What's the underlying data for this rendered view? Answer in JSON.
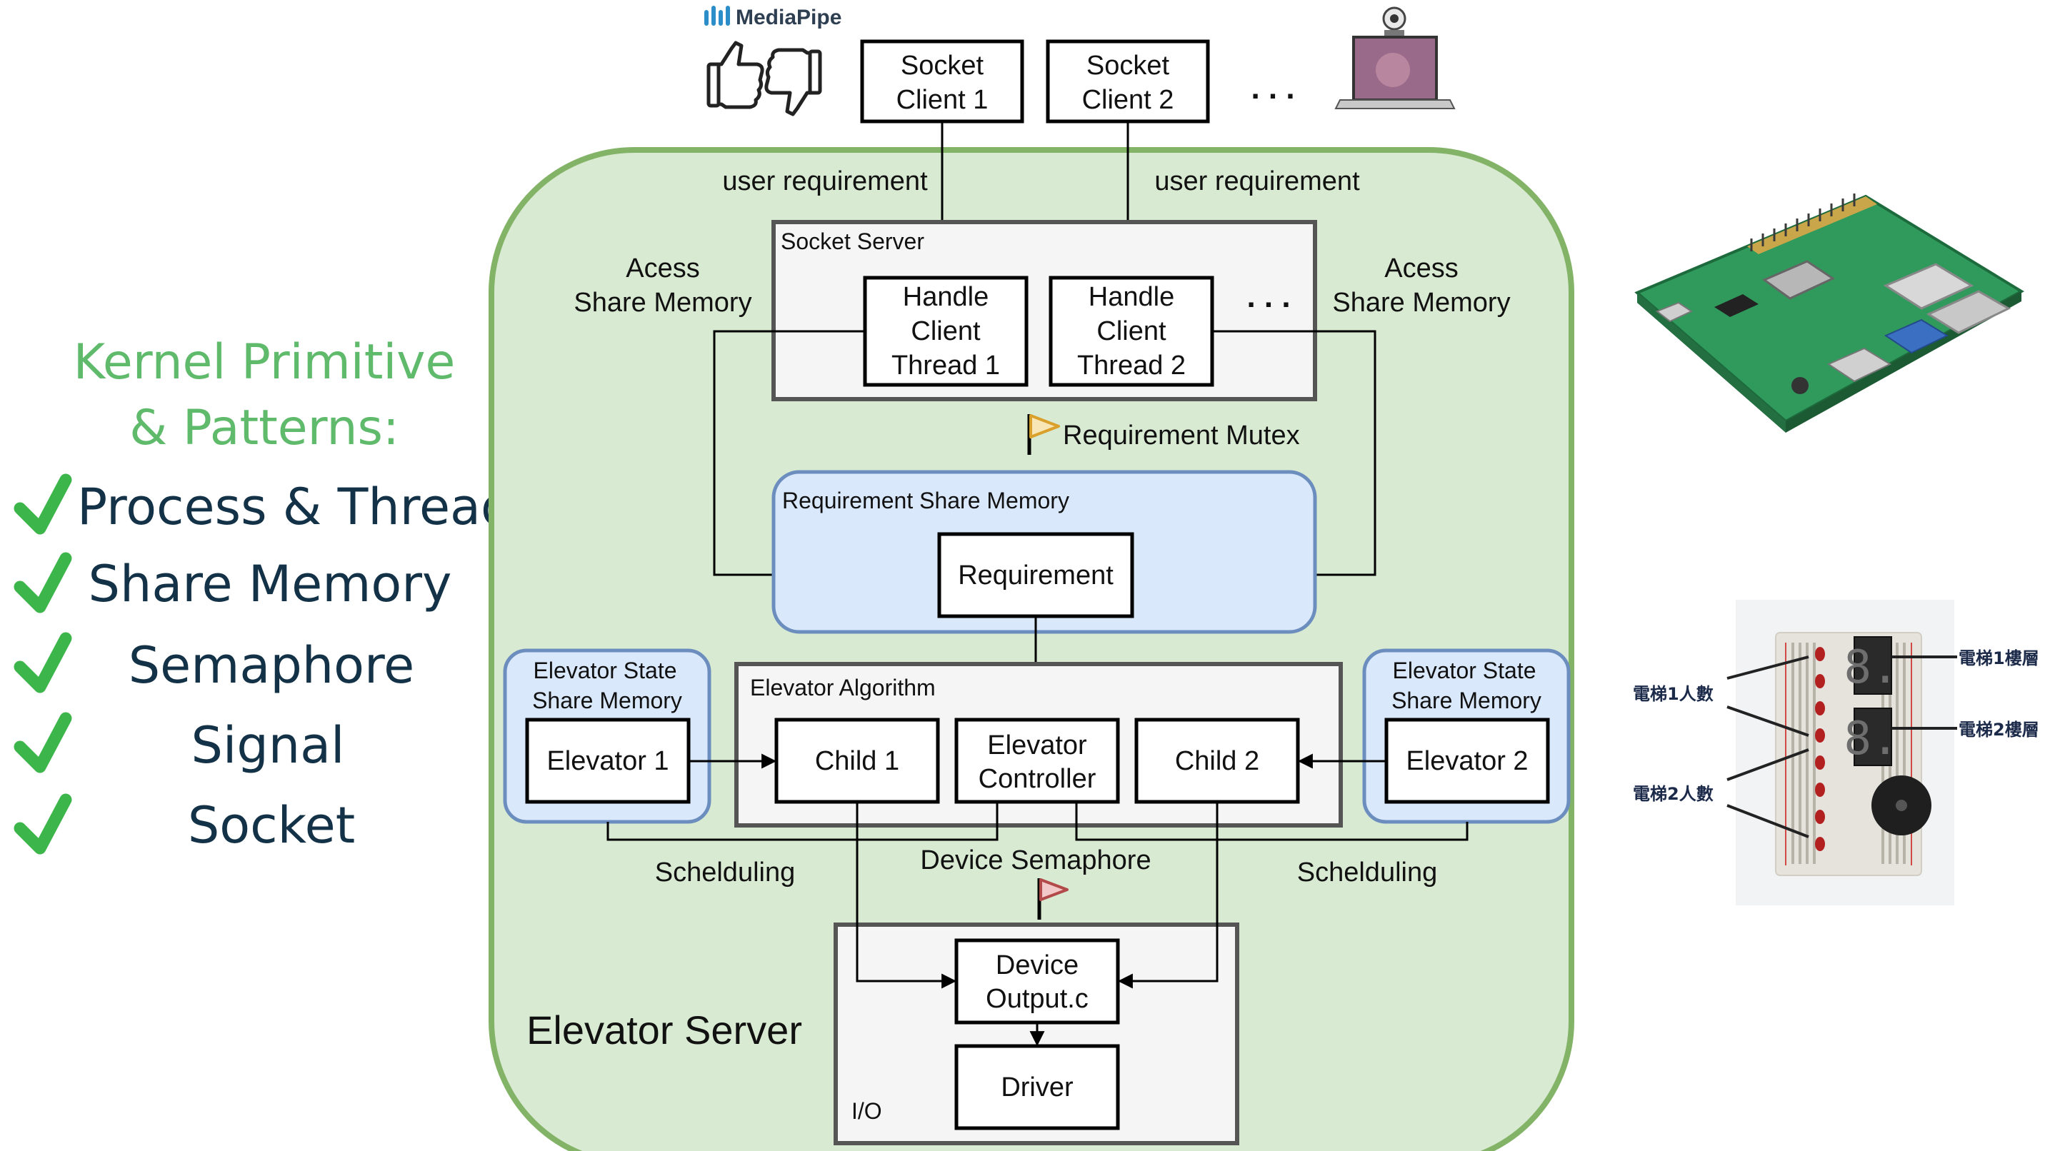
{
  "colors": {
    "server_fill": "#d9ead3",
    "server_stroke": "#82b366",
    "shared_fill": "#dae8fc",
    "shared_stroke": "#6c8ebf",
    "group_fill": "#f5f5f5",
    "group_stroke": "#555555",
    "kernel_title": "#5fba6b",
    "kernel_item": "#133247",
    "check": "#3cb54a",
    "mutex_flag": "#d9a02b",
    "semaphore_flag": "#b24a4a"
  },
  "kernel_panel": {
    "title_line1": "Kernel Primitive",
    "title_line2": "& Patterns:",
    "items": [
      "Process & Thread",
      "Share Memory",
      "Semaphore",
      "Signal",
      "Socket"
    ]
  },
  "top": {
    "mediapipe_label": "MediaPipe",
    "client1": {
      "line1": "Socket",
      "line2": "Client 1"
    },
    "client2": {
      "line1": "Socket",
      "line2": "Client 2"
    },
    "ellipsis": ". . ."
  },
  "server": {
    "title": "Elevator Server",
    "user_req_left": "user requirement",
    "user_req_right": "user requirement",
    "access_left": {
      "line1": "Acess",
      "line2": "Share Memory"
    },
    "access_right": {
      "line1": "Acess",
      "line2": "Share Memory"
    },
    "socket_server": {
      "title": "Socket Server",
      "thread1": {
        "line1": "Handle",
        "line2": "Client",
        "line3": "Thread 1"
      },
      "thread2": {
        "line1": "Handle",
        "line2": "Client",
        "line3": "Thread 2"
      },
      "ellipsis": ". . ."
    },
    "mutex_label": "Requirement Mutex",
    "req_shm": {
      "title": "Requirement Share Memory",
      "box": "Requirement"
    },
    "state_left": {
      "line1": "Elevator State",
      "line2": "Share Memory",
      "box": "Elevator 1"
    },
    "state_right": {
      "line1": "Elevator State",
      "line2": "Share Memory",
      "box": "Elevator 2"
    },
    "algo": {
      "title": "Elevator Algorithm",
      "child1": "Child 1",
      "controller": {
        "line1": "Elevator",
        "line2": "Controller"
      },
      "child2": "Child 2"
    },
    "scheduling_left": "Schelduling",
    "scheduling_right": "Schelduling",
    "semaphore_label": "Device Semaphore",
    "io": {
      "title": "I/O",
      "device": {
        "line1": "Device",
        "line2": "Output.c"
      },
      "driver": "Driver"
    }
  },
  "breadboard": {
    "floor1": "電梯1樓層",
    "count1": "電梯1人數",
    "floor2": "電梯2樓層",
    "count2": "電梯2人數",
    "digit1": "8.",
    "digit2": "8."
  }
}
